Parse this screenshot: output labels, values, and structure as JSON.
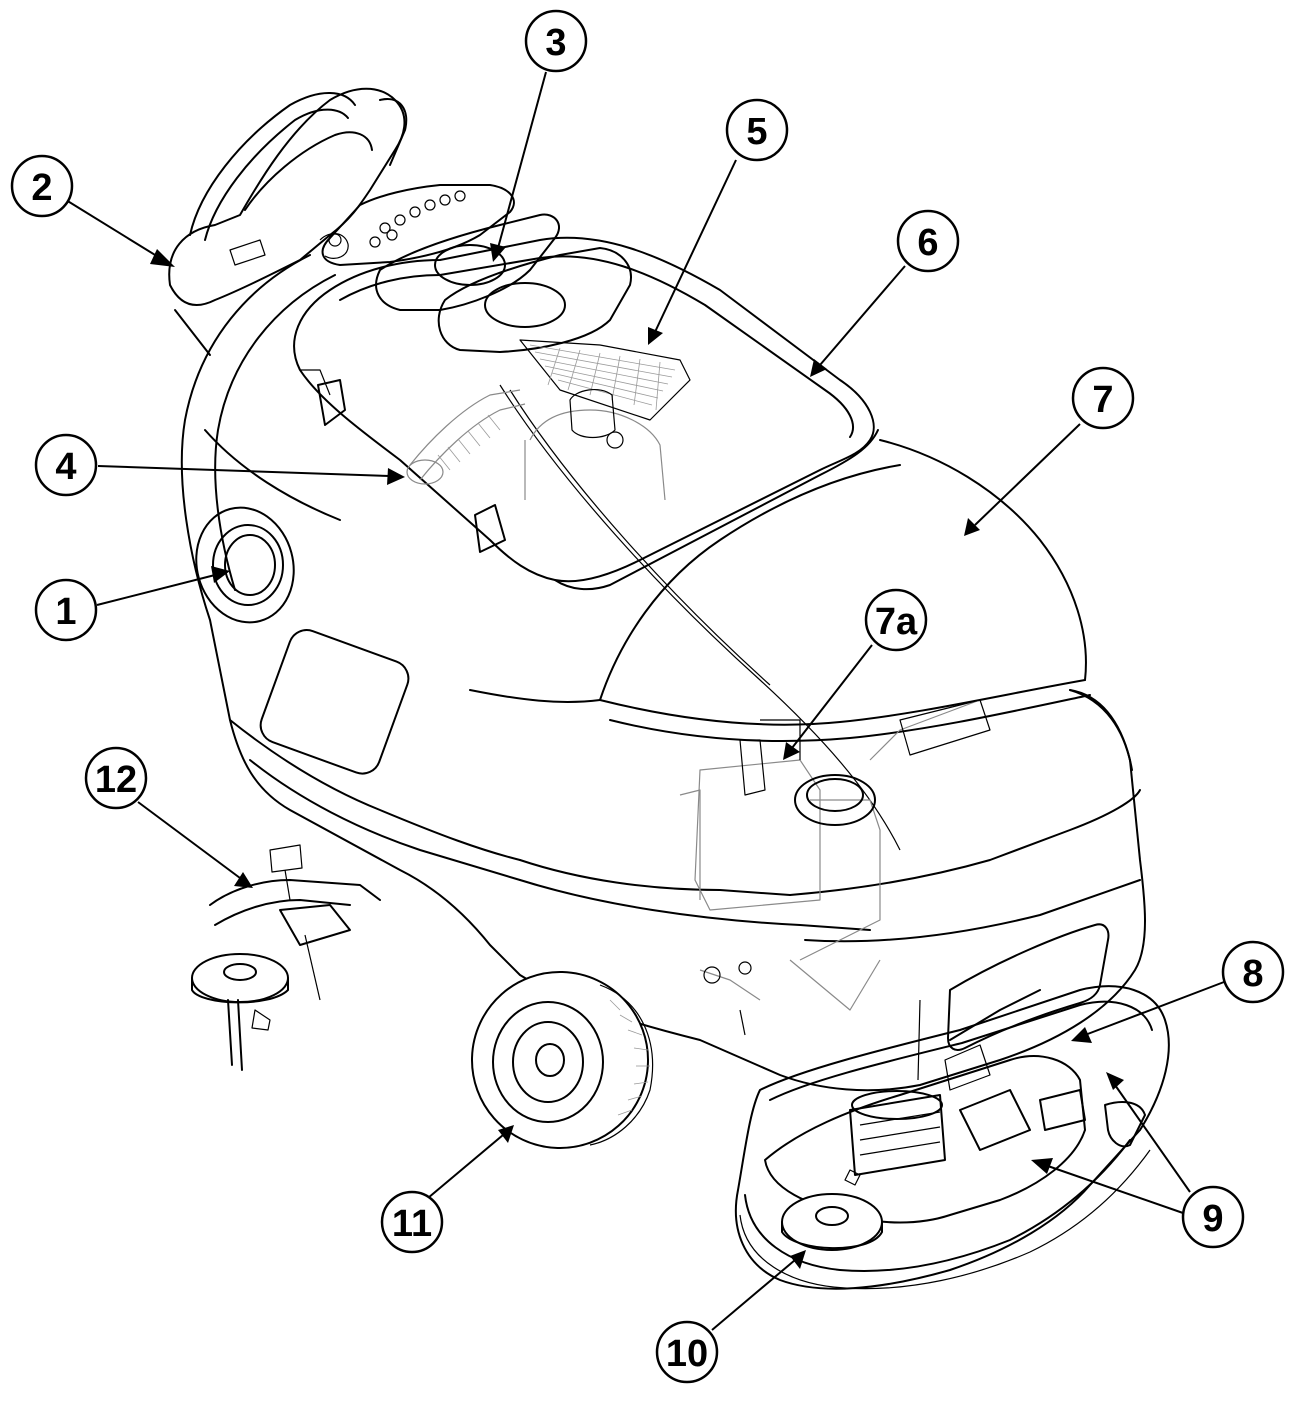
{
  "diagram": {
    "subject": "floor scrubber machine",
    "callouts": [
      {
        "id": "c1",
        "label": "1"
      },
      {
        "id": "c2",
        "label": "2"
      },
      {
        "id": "c3",
        "label": "3"
      },
      {
        "id": "c4",
        "label": "4"
      },
      {
        "id": "c5",
        "label": "5"
      },
      {
        "id": "c6",
        "label": "6"
      },
      {
        "id": "c7",
        "label": "7"
      },
      {
        "id": "c7a",
        "label": "7a"
      },
      {
        "id": "c8",
        "label": "8"
      },
      {
        "id": "c9",
        "label": "9"
      },
      {
        "id": "c10",
        "label": "10"
      },
      {
        "id": "c11",
        "label": "11"
      },
      {
        "id": "c12",
        "label": "12"
      }
    ],
    "colors": {
      "line": "#000000",
      "ghost": "#8a8a8a",
      "background": "#ffffff"
    }
  }
}
